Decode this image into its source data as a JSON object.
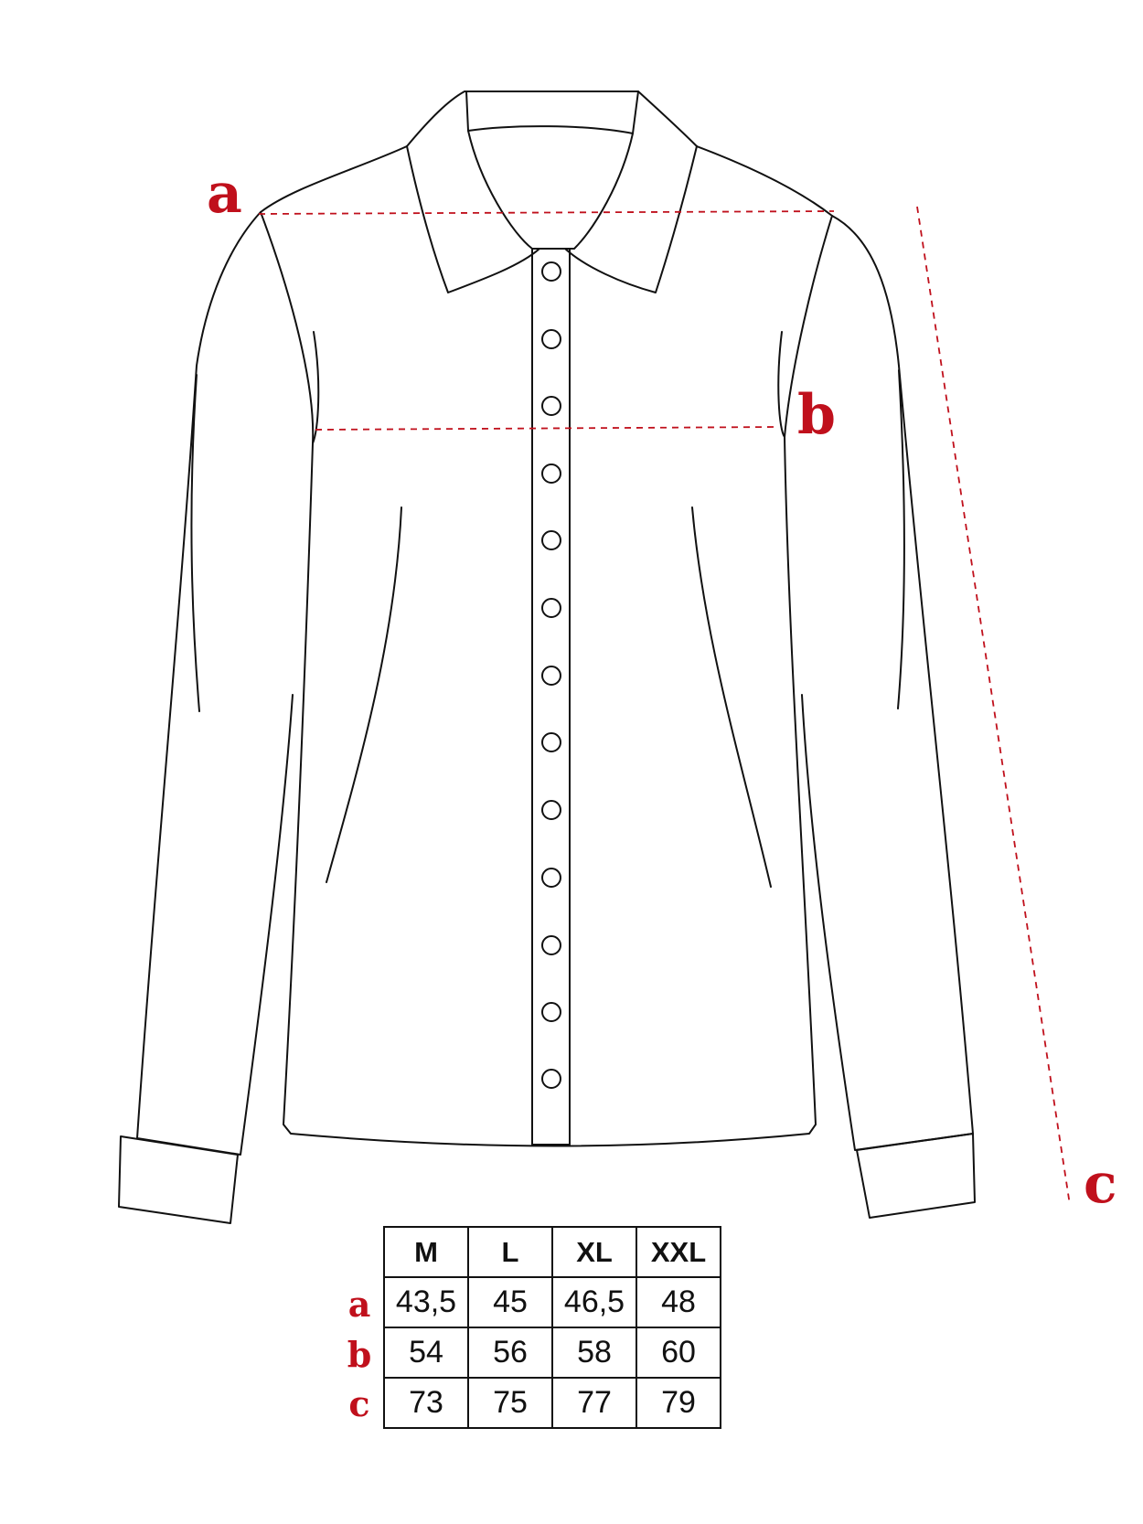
{
  "colors": {
    "accent": "#c0101c",
    "outline": "#111111"
  },
  "measurements": [
    {
      "key": "a",
      "label": "a"
    },
    {
      "key": "b",
      "label": "b"
    },
    {
      "key": "c",
      "label": "c"
    }
  ],
  "size_table": {
    "headers": [
      "M",
      "L",
      "XL",
      "XXL"
    ],
    "rows": [
      {
        "label": "a",
        "values": [
          "43,5",
          "45",
          "46,5",
          "48"
        ]
      },
      {
        "label": "b",
        "values": [
          "54",
          "56",
          "58",
          "60"
        ]
      },
      {
        "label": "c",
        "values": [
          "73",
          "75",
          "77",
          "79"
        ]
      }
    ]
  }
}
